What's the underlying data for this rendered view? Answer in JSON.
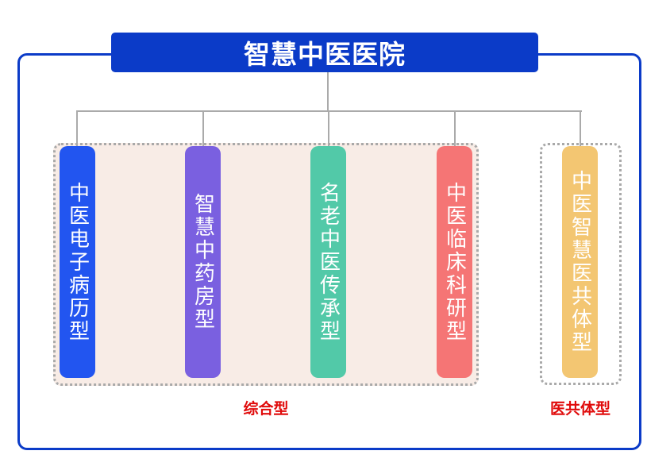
{
  "title": "智慧中医医院",
  "categories": [
    {
      "label": "综合型",
      "color": "#f8ece6"
    },
    {
      "label": "医共体型",
      "color": "#ffffff"
    }
  ],
  "nodes": [
    {
      "label": "中医电子病历型",
      "color": "#2255f0"
    },
    {
      "label": "智慧中药房型",
      "color": "#7a60e0"
    },
    {
      "label": "名老中医传承型",
      "color": "#52c9a8"
    },
    {
      "label": "中医临床科研型",
      "color": "#f57575"
    },
    {
      "label": "中医智慧医共体型",
      "color": "#f3c672"
    }
  ],
  "colors": {
    "primary": "#0b3bc8",
    "group_label": "#e00b0b",
    "connector": "#aaaaaa"
  }
}
